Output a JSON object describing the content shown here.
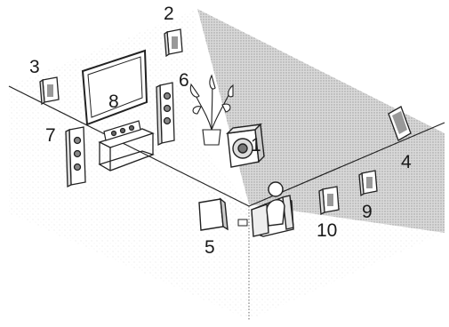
{
  "labels": {
    "subwoofer": "1",
    "front_high_center": "2",
    "front_high_left": "3",
    "right_rear_speaker": "4",
    "front_floor_small": "5",
    "front_right_tower": "6",
    "front_left_tower": "7",
    "tv_screen": "8",
    "surround_back_9": "9",
    "surround_back_10": "10"
  },
  "colors": {
    "line": "#222222",
    "shade": "#c8c8c8",
    "floor_dots": "#bdbdbd"
  }
}
